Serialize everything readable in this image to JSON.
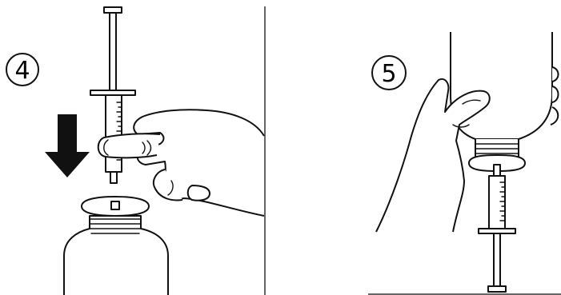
{
  "steps": [
    {
      "number": "4"
    },
    {
      "number": "5"
    }
  ],
  "colors": {
    "ink": "#111111",
    "background": "#ffffff",
    "divider": "#333333"
  },
  "icons": {
    "step_4": [
      "syringe",
      "hand",
      "down-arrow",
      "bottle-with-adapter"
    ],
    "step_5": [
      "inverted-bottle",
      "hand",
      "syringe"
    ]
  }
}
